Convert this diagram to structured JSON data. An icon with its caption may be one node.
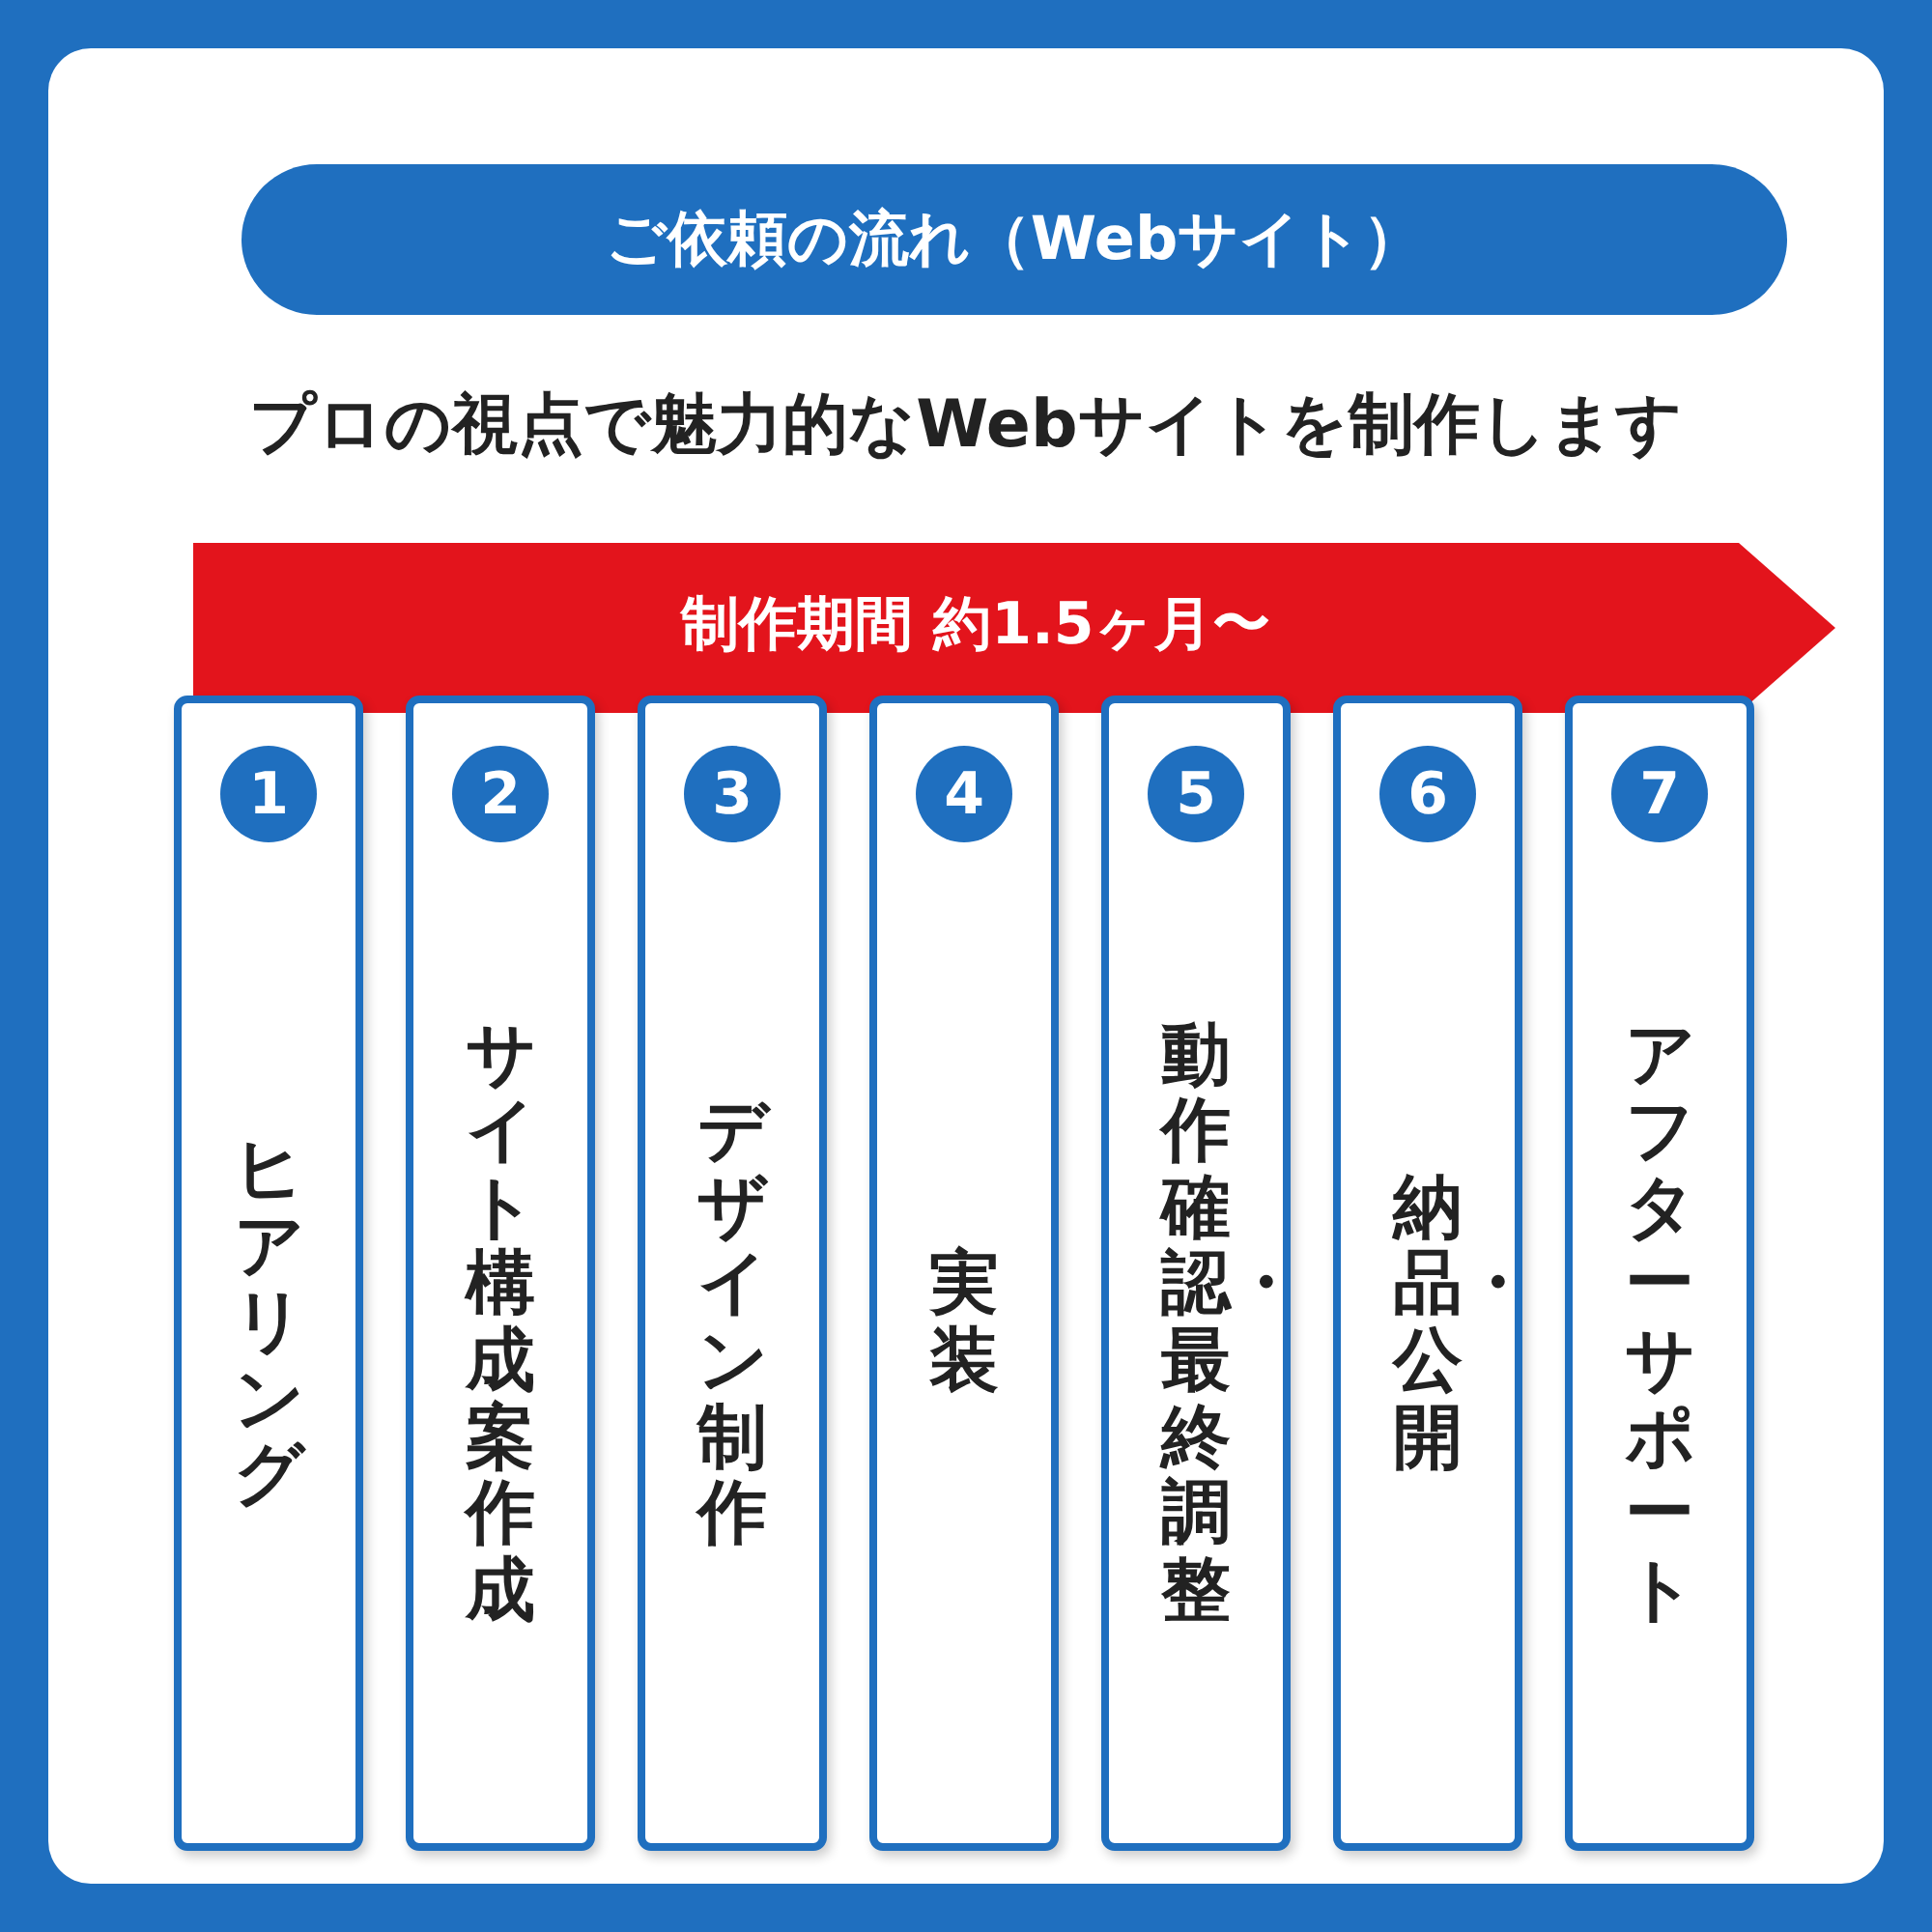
{
  "diagram": {
    "nodes": [
      {
        "text": [
          "ご依頼の流れ（Webサイト）"
        ]
      },
      {
        "text": [
          "制作期間 約1.5ヶ月〜"
        ]
      },
      {
        "text": [
          "1",
          "ヒアリング"
        ]
      },
      {
        "text": [
          "2",
          "サイト構成案作成"
        ]
      },
      {
        "text": [
          "3",
          "デザイン制作"
        ]
      },
      {
        "text": [
          "4",
          "実装"
        ]
      },
      {
        "text": [
          "5",
          "動作確認・最終調整"
        ]
      },
      {
        "text": [
          "6",
          "納品・公開"
        ]
      },
      {
        "text": [
          "7",
          "アフターサポート"
        ]
      }
    ],
    "labels": [
      "プロの視点で魅力的なWebサイトを制作します"
    ]
  }
}
